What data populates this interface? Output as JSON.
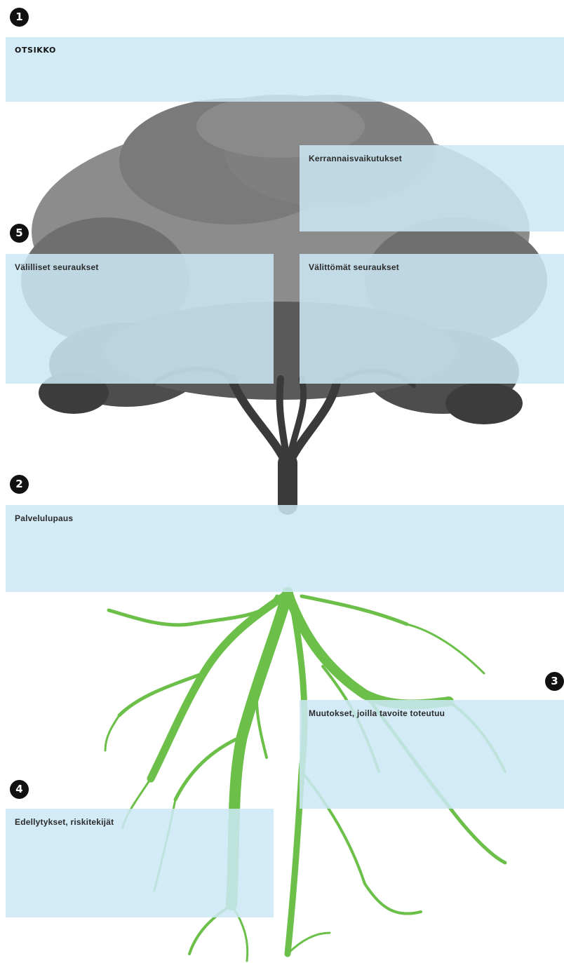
{
  "title": "OTSIKKO",
  "badges": {
    "b1": "1",
    "b2": "2",
    "b3": "3",
    "b4": "4",
    "b5": "5"
  },
  "panels": {
    "kerrannais": "Kerrannaisvaikutukset",
    "valilliset": "Välilliset seuraukset",
    "valittomat": "Välittömät seuraukset",
    "palvelulupaus": "Palvelulupaus",
    "muutokset": "Muutokset, joilla tavoite toteutuu",
    "edellytykset": "Edellytykset, riskitekijät"
  },
  "colors": {
    "panel": "#cce8f4",
    "roots": "#6cc04a",
    "foliage": "#5a5a5a",
    "trunk": "#3a3a3a",
    "badge": "#111111"
  }
}
